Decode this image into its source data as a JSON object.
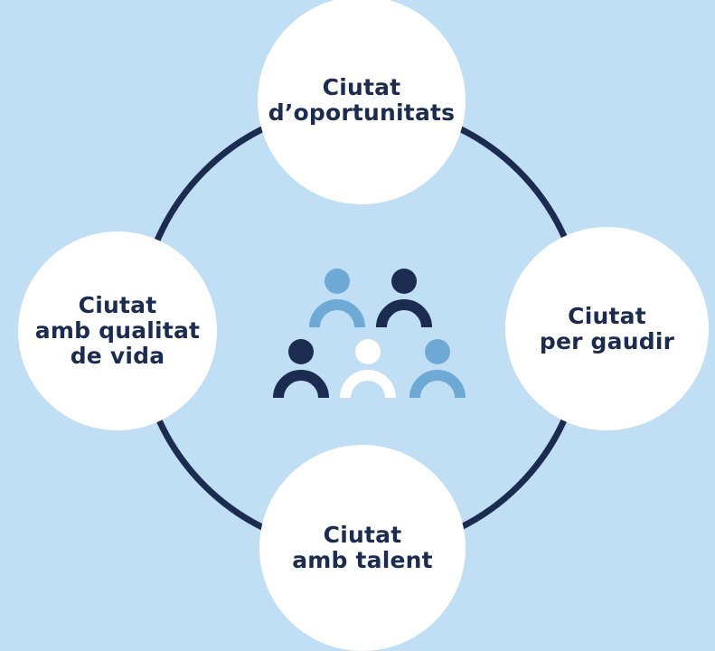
{
  "colors": {
    "background": "#c0dff5",
    "ring": "#1c2b50",
    "node_fill": "#ffffff",
    "text": "#1c2b50",
    "person_dark": "#1c2b50",
    "person_light": "#6fa9d6",
    "person_white": "#ffffff"
  },
  "nodes": {
    "top": {
      "label": "Ciutat\nd’oportunitats"
    },
    "left": {
      "label": "Ciutat\namb qualitat\nde vida"
    },
    "right": {
      "label": "Ciutat\nper gaudir"
    },
    "bottom": {
      "label": "Ciutat\namb talent"
    }
  },
  "center_icon": {
    "name": "people-group-icon",
    "people": [
      "light",
      "dark",
      "dark",
      "white",
      "light"
    ]
  }
}
